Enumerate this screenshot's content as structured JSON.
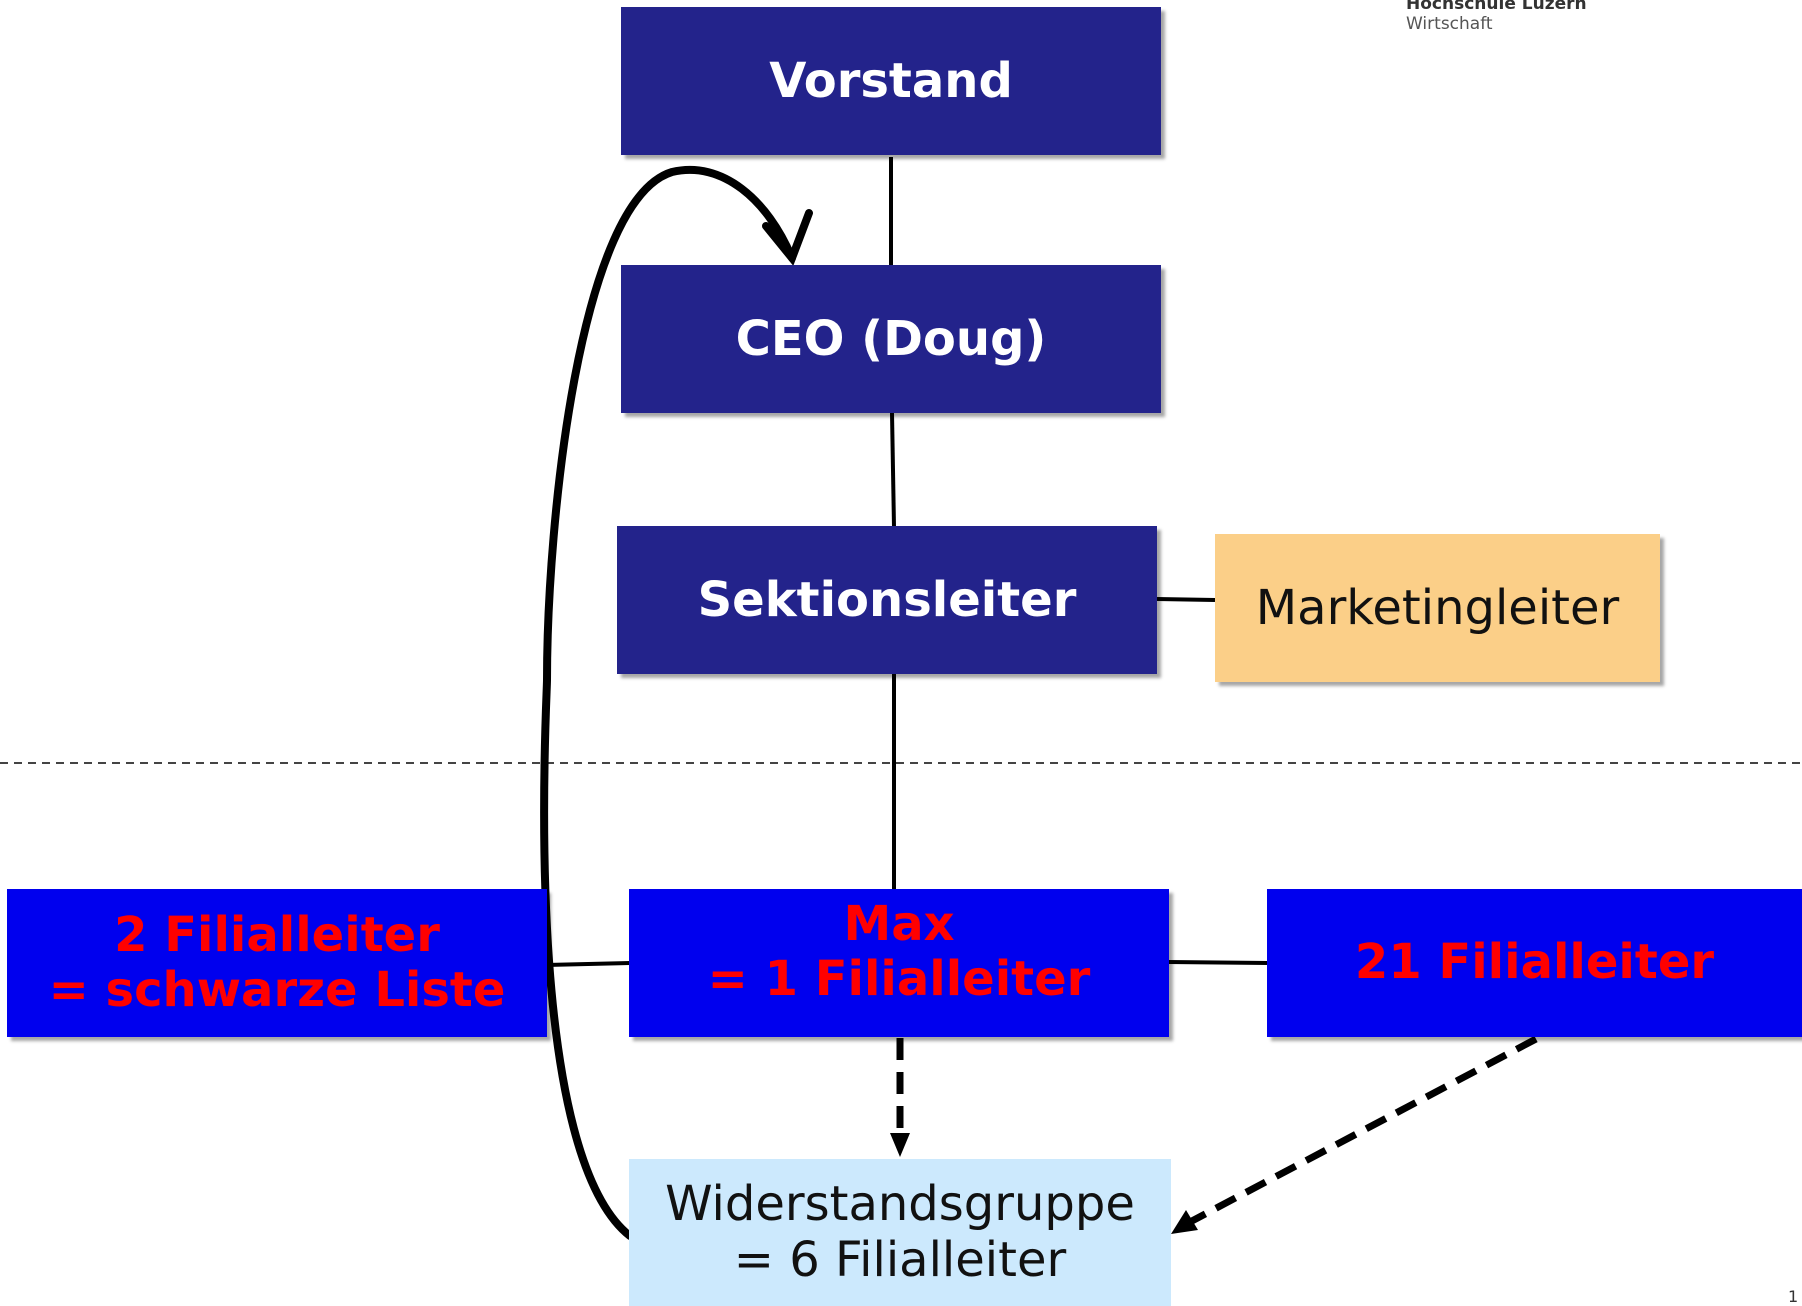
{
  "header": {
    "institution": "Hochschule Luzern",
    "department": "Wirtschaft"
  },
  "nodes": {
    "vorstand": "Vorstand",
    "ceo": "CEO (Doug)",
    "sektionsleiter": "Sektionsleiter",
    "marketingleiter": "Marketingleiter",
    "left_group": {
      "line1": "2 Filialleiter",
      "line2": "= schwarze Liste"
    },
    "max": {
      "line1": "Max",
      "line2": "= 1 Filialleiter"
    },
    "right_group": "21 Filialleiter",
    "widerstand": {
      "line1": "Widerstandsgruppe",
      "line2": "= 6 Filialleiter"
    }
  },
  "footer": {
    "page_number": "1"
  },
  "colors": {
    "navy": "#23238b",
    "blue": "#0000ee",
    "red_text": "#ff0000",
    "orange": "#fbcf88",
    "light_blue": "#cce9fd"
  }
}
